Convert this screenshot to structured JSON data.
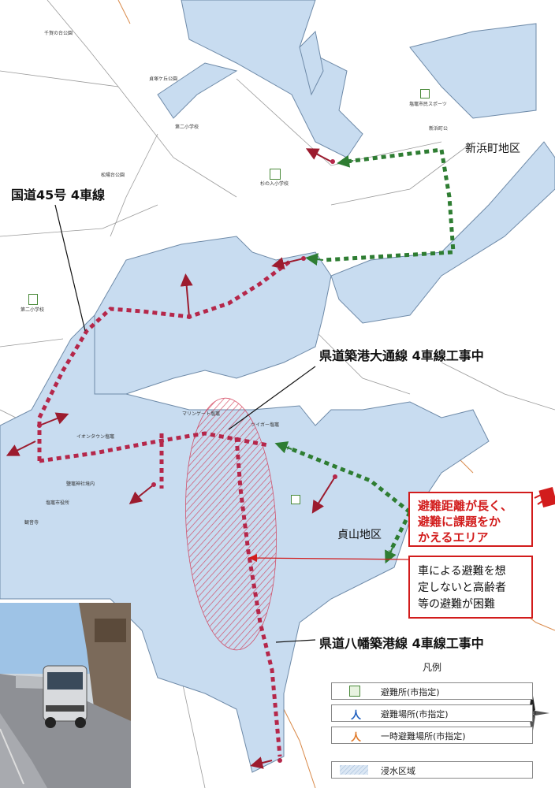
{
  "labels": {
    "route45": "国道45号 4車線",
    "chikko": "県道築港大通線 4車線工事中",
    "yawata": "県道八幡築港線 4車線工事中",
    "shinhama": "新浜町地区",
    "teizan": "貞山地区"
  },
  "callout": {
    "line1": "避難距離が長く、",
    "line2": "避難に課題をか",
    "line3": "かえるエリア",
    "note1": "車による避難を想",
    "note2": "定しないと高齢者",
    "note3": "等の避難が困難"
  },
  "places": {
    "p1": "千賀の台公園",
    "p2": "貞塚ケ丘公園",
    "p3": "塩竈市民スポーツ",
    "p4": "新浜町公",
    "p5": "第二小学校",
    "p6": "松陽台公園",
    "p7": "杉の入小学校",
    "p8": "第二小学校",
    "p9": "マリンゲート塩竈",
    "p10": "イオンタウン塩竈",
    "p11": "ツイガー塩竈",
    "p12": "鹽竈神社境内",
    "p13": "塩竈市役所",
    "p14": "観音寺"
  },
  "legend": {
    "title": "凡例",
    "items": [
      {
        "label": "避難所(市指定)",
        "icon": "shelter-icon"
      },
      {
        "label": "避難場所(市指定)",
        "icon": "evacuation-site-icon"
      },
      {
        "label": "一時避難場所(市指定)",
        "icon": "temporary-site-icon"
      },
      {
        "label": "浸水区域",
        "icon": "flood-area-swatch"
      }
    ]
  },
  "colors": {
    "flood": "#c8dcf0",
    "route_red": "#b5274a",
    "route_green": "#2e7d32",
    "callout_red": "#d21c1c"
  }
}
